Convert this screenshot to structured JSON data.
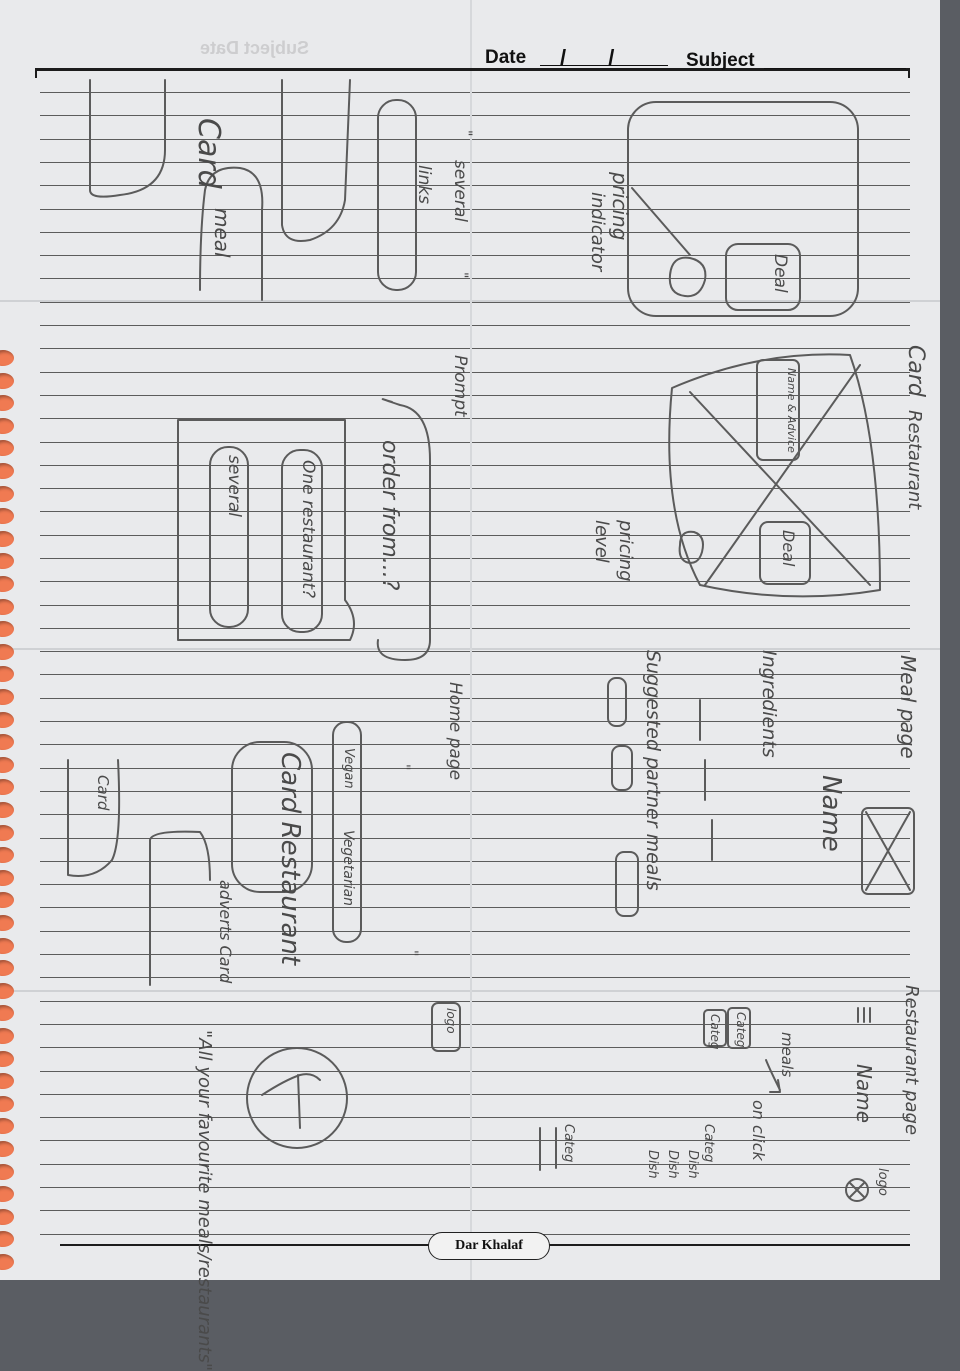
{
  "page": {
    "header": {
      "date_label": "Date",
      "date_slashes": "/ /",
      "subject_label": "Subject"
    },
    "show_through_text": "Subject   Date",
    "brand": "Dar Khalaf"
  },
  "sketches": {
    "card_meal": {
      "title": "Card",
      "title2": "meal",
      "deal": "Deal",
      "pricing": "pricing",
      "indicator": "indicator"
    },
    "card_restaurant": {
      "title": "Card",
      "title2": "Restaurant",
      "name_advice": "Name & Advice",
      "deal": "Deal",
      "pricing": "pricing",
      "level": "level"
    },
    "meal_page": {
      "title": "Meal page",
      "name": "Name",
      "ingredients": "Ingredients",
      "suggested": "Suggested partner meals"
    },
    "restaurant_page": {
      "title": "Restaurant page",
      "logo": "logo",
      "name": "Name",
      "meals": "meals",
      "on_click": "on click",
      "categ1": "Categ",
      "categ2": "Categ",
      "categ3": "Categ",
      "categ4": "Categ",
      "dish1": "Dish",
      "dish2": "Dish",
      "dish3": "Dish"
    },
    "home_page": {
      "title": "Home page",
      "quote_open": "\"",
      "vegan": "Vegan",
      "vegetarian": "Vegetarian",
      "card_restaurant": "Card Restaurant",
      "quote_close": "\"",
      "adverts_card": "adverts Card",
      "logo": "logo",
      "card": "Card",
      "tagline": "\"All your favourite meals/restaurants\""
    },
    "prompt": {
      "title": "Prompt",
      "order_from": "order from...?",
      "one_restaurant": "One restaurant?",
      "several": "several"
    },
    "several_links": {
      "open": "\"",
      "several": "several",
      "links": "links",
      "close": "\""
    }
  }
}
